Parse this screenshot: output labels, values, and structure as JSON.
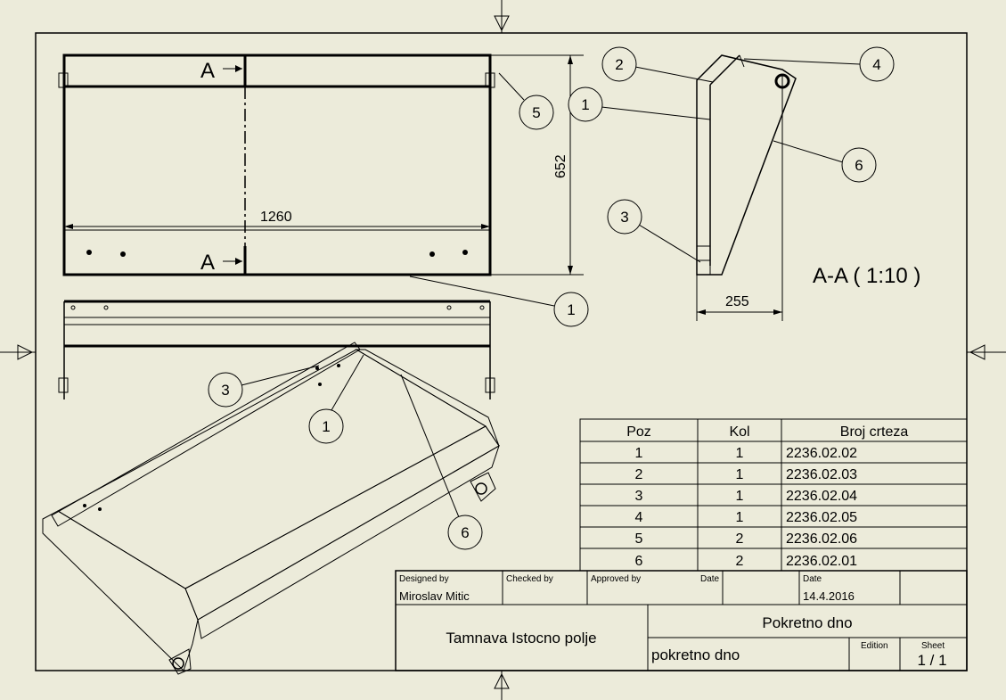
{
  "section_label": "A",
  "section_view_title": "A-A ( 1:10 )",
  "dimensions": {
    "width": "1260",
    "height": "652",
    "depth": "255"
  },
  "balloons": {
    "front_view_5": "5",
    "front_view_1": "1",
    "section_2": "2",
    "section_4": "4",
    "section_1": "1",
    "section_6": "6",
    "section_3": "3",
    "iso_3": "3",
    "iso_1": "1",
    "iso_6": "6"
  },
  "parts_list": {
    "headers": [
      "Poz",
      "Kol",
      "Broj crteza"
    ],
    "rows": [
      [
        "1",
        "1",
        "2236.02.02"
      ],
      [
        "2",
        "1",
        "2236.02.03"
      ],
      [
        "3",
        "1",
        "2236.02.04"
      ],
      [
        "4",
        "1",
        "2236.02.05"
      ],
      [
        "5",
        "2",
        "2236.02.06"
      ],
      [
        "6",
        "2",
        "2236.02.01"
      ]
    ]
  },
  "title_block": {
    "designed_by_label": "Designed by",
    "designed_by": "Miroslav Mitic",
    "checked_by_label": "Checked by",
    "approved_by_label": "Approved by",
    "date_label_1": "Date",
    "date_label_2": "Date",
    "date": "14.4.2016",
    "company": "Tamnava Istocno polje",
    "title": "Pokretno dno",
    "subtitle": "pokretno dno",
    "edition_label": "Edition",
    "sheet_label": "Sheet",
    "sheet": "1 / 1"
  },
  "colors": {
    "background": "#ecebda",
    "line": "#000000",
    "iso_top": "#c9c9c9",
    "iso_side": "#555555",
    "iso_strip": "#e6e6e6"
  }
}
